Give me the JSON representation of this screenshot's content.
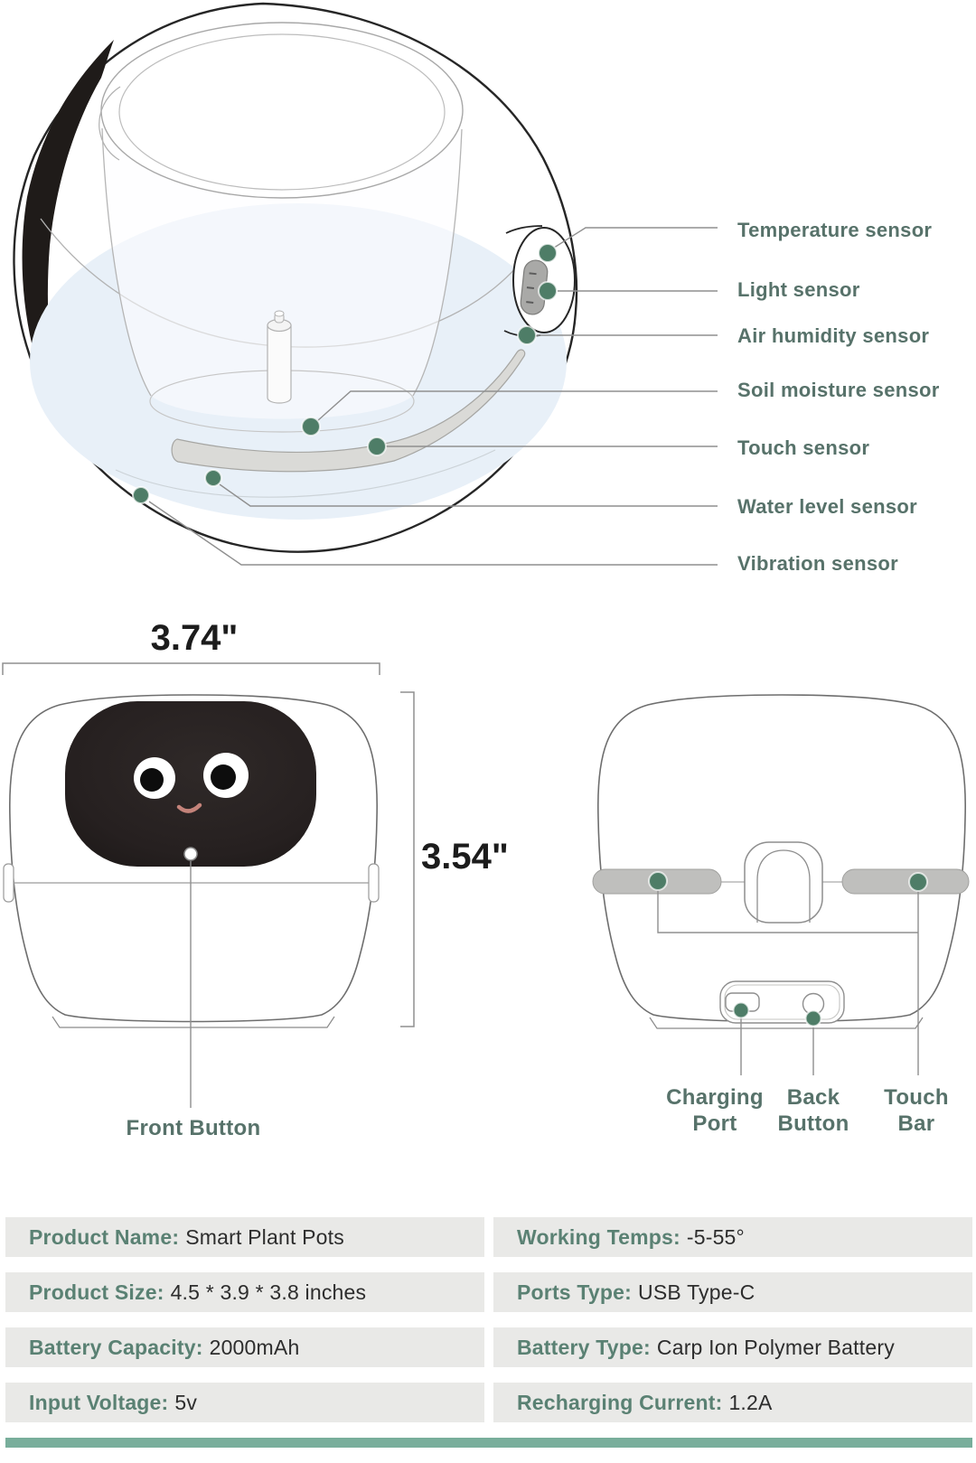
{
  "sensors": [
    "Temperature sensor",
    "Light sensor",
    "Air humidity sensor",
    "Soil moisture sensor",
    "Touch sensor",
    "Water level sensor",
    "Vibration sensor"
  ],
  "dimensions": {
    "width": "3.74\"",
    "height": "3.54\""
  },
  "front_view": {
    "button_label": "Front Button"
  },
  "back_view": {
    "charging_port": "Charging\nPort",
    "back_button": "Back\nButton",
    "touch_bar": "Touch\nBar"
  },
  "specs": {
    "rows": [
      {
        "left": {
          "label": "Product Name:",
          "value": "Smart Plant Pots"
        },
        "right": {
          "label": "Working Temps:",
          "value": "-5-55°"
        }
      },
      {
        "left": {
          "label": "Product Size:",
          "value": "4.5 * 3.9 * 3.8 inches"
        },
        "right": {
          "label": "Ports Type:",
          "value": "USB Type-C"
        }
      },
      {
        "left": {
          "label": "Battery Capacity:",
          "value": "2000mAh"
        },
        "right": {
          "label": "Battery Type:",
          "value": "Carp Ion Polymer Battery"
        }
      },
      {
        "left": {
          "label": "Input Voltage:",
          "value": "5v"
        },
        "right": {
          "label": "Recharging Current:",
          "value": "1.2A"
        }
      }
    ]
  },
  "colors": {
    "accent_callout": "#57726a",
    "table_label_green": "#5a8173",
    "marker_green": "#4e7d67",
    "footer_bar_green": "#78ae9b",
    "dimension_text": "#1c1c1c",
    "value_text": "#2d2d2d",
    "row_background": "#e9e9e7"
  }
}
